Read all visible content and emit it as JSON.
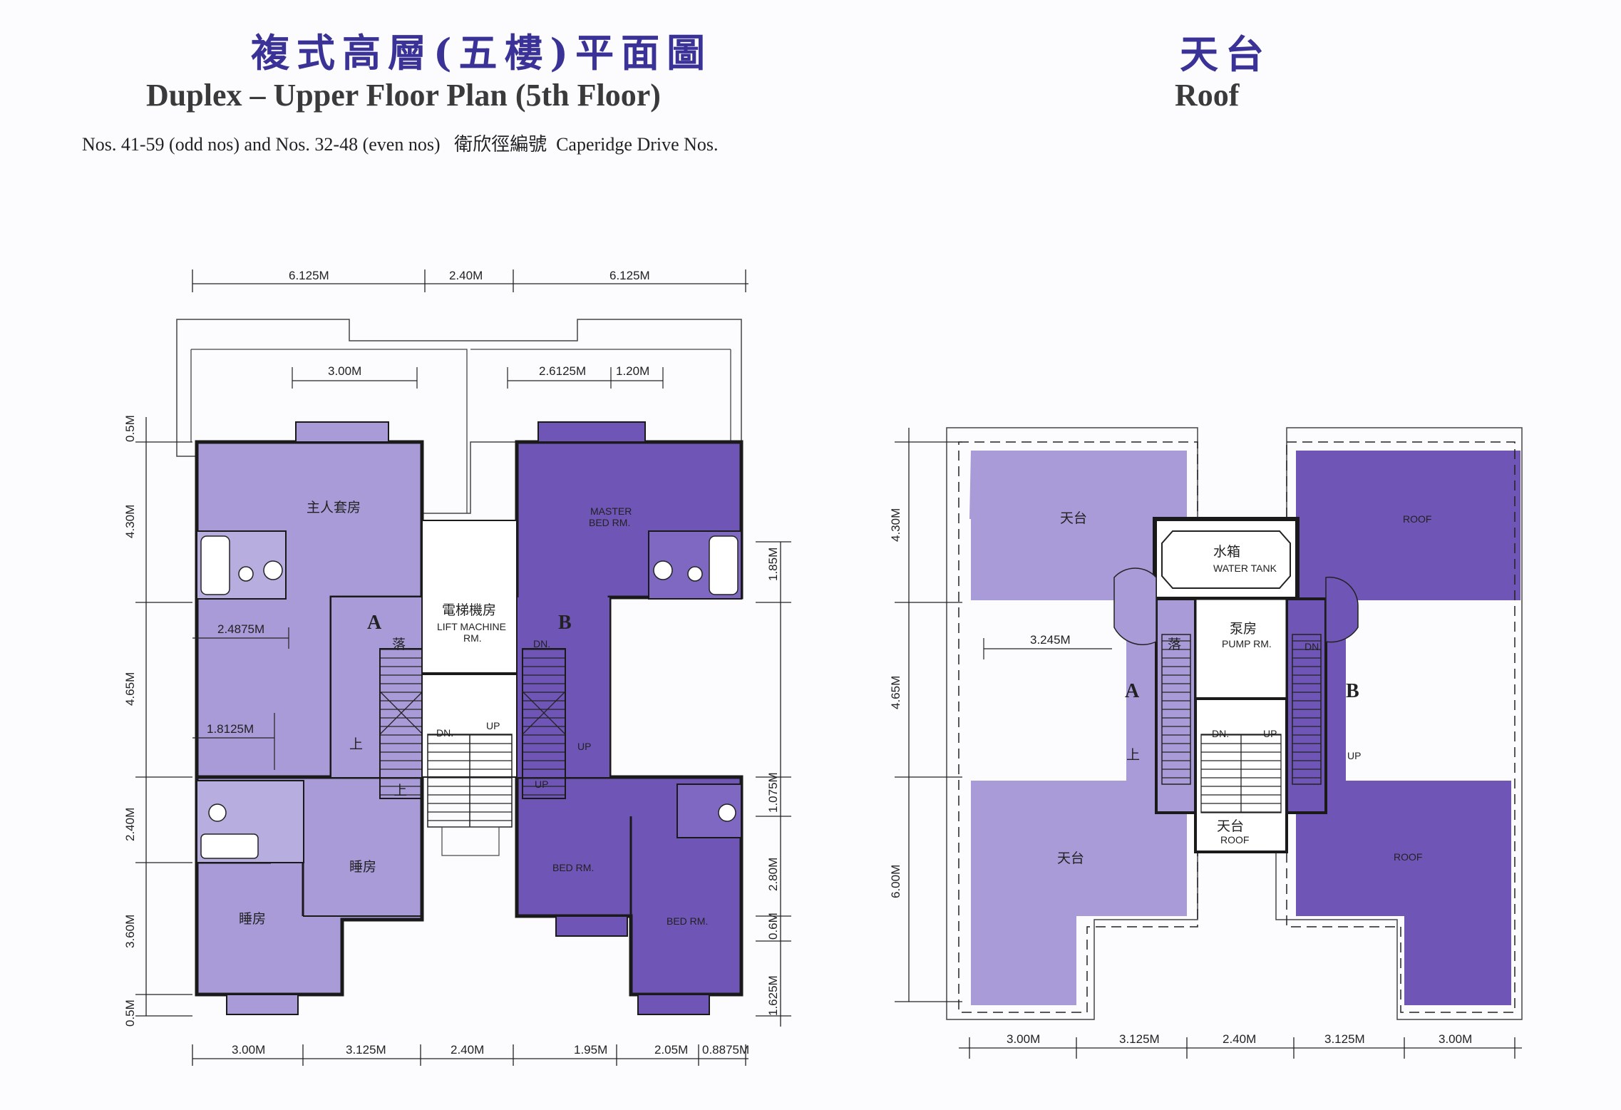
{
  "titles": {
    "left_cn": "複式高層(五樓)平面圖",
    "left_en": "Duplex – Upper Floor Plan (5th Floor)",
    "left_sub": "Nos. 41-59 (odd nos) and Nos. 32-48 (even nos)   衛欣徑編號  Caperidge Drive Nos.",
    "right_cn": "天台",
    "right_en": "Roof"
  },
  "colors": {
    "unit_a": "#a89bd8",
    "unit_b": "#6e55b6",
    "title_cn": "#3a3296",
    "wall": "#1a1a1a"
  },
  "upper_floor": {
    "dims_top": [
      "6.125M",
      "2.40M",
      "6.125M"
    ],
    "dims_balcony": [
      "3.00M",
      "2.6125M",
      "1.20M"
    ],
    "dims_left": [
      "0.5M",
      "4.30M",
      "4.65M",
      "2.40M",
      "3.60M",
      "0.5M"
    ],
    "dims_right": [
      "1.85M",
      "1.075M",
      "2.80M",
      "0.6M",
      "1.625M"
    ],
    "dims_inner": [
      "2.4875M",
      "1.8125M"
    ],
    "dims_bottom": [
      "3.00M",
      "3.125M",
      "2.40M",
      "1.95M",
      "2.05M",
      "0.8875M"
    ],
    "unit_labels": [
      "A",
      "B"
    ],
    "rooms": {
      "master_cn": "主人套房",
      "master_en_1": "MASTER",
      "master_en_2": "BED RM.",
      "lift_cn": "電梯機房",
      "lift_en_1": "LIFT MACHINE",
      "lift_en_2": "RM.",
      "bed_cn": "睡房",
      "bed_en": "BED RM."
    },
    "stairs": {
      "down_cn": "落",
      "up_cn": "上",
      "dn": "DN.",
      "up": "UP"
    }
  },
  "roof": {
    "dims_left": [
      "4.30M",
      "4.65M",
      "6.00M"
    ],
    "dim_inner": "3.245M",
    "dims_bottom": [
      "3.00M",
      "3.125M",
      "2.40M",
      "3.125M",
      "3.00M"
    ],
    "unit_labels": [
      "A",
      "B"
    ],
    "rooms": {
      "roof_cn": "天台",
      "roof_en": "ROOF",
      "tank_cn": "水箱",
      "tank_en": "WATER TANK",
      "pump_cn": "泵房",
      "pump_en": "PUMP RM."
    },
    "stairs": {
      "down_cn": "落",
      "up_cn": "上",
      "dn": "DN.",
      "up": "UP"
    }
  }
}
